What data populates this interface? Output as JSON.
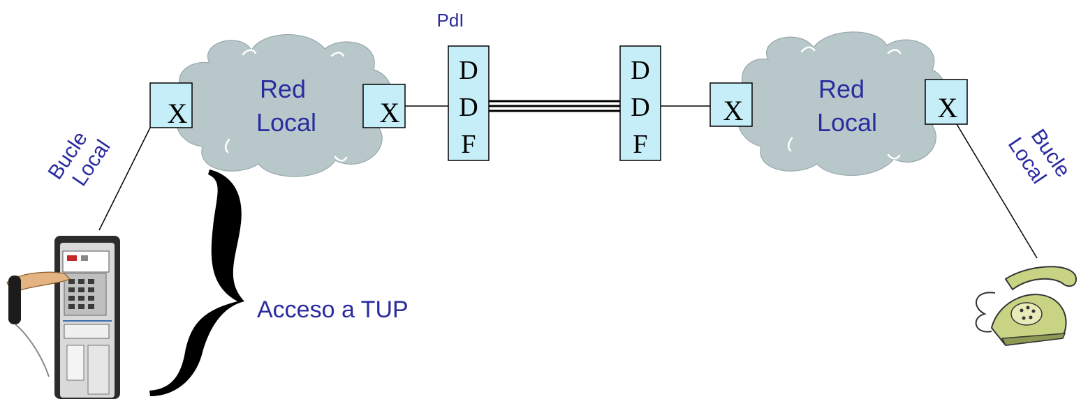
{
  "pdi_label": "PdI",
  "left_network": {
    "line1": "Red",
    "line2": "Local"
  },
  "right_network": {
    "line1": "Red",
    "line2": "Local"
  },
  "switch_label": "X",
  "ddf_left": {
    "l1": "D",
    "l2": "D",
    "l3": "F"
  },
  "ddf_right": {
    "l1": "D",
    "l2": "D",
    "l3": "F"
  },
  "left_loop": {
    "line1": "Bucle",
    "line2": "Local"
  },
  "right_loop": {
    "line1": "Bucle",
    "line2": "Local"
  },
  "access_label": "Acceso a TUP",
  "colors": {
    "label_blue": "#2b2ba0",
    "box_fill": "#c6eef8",
    "cloud_fill": "#b8c7c9",
    "payphone_body": "#2c2c2c",
    "rotary_phone": "#c8d484"
  }
}
